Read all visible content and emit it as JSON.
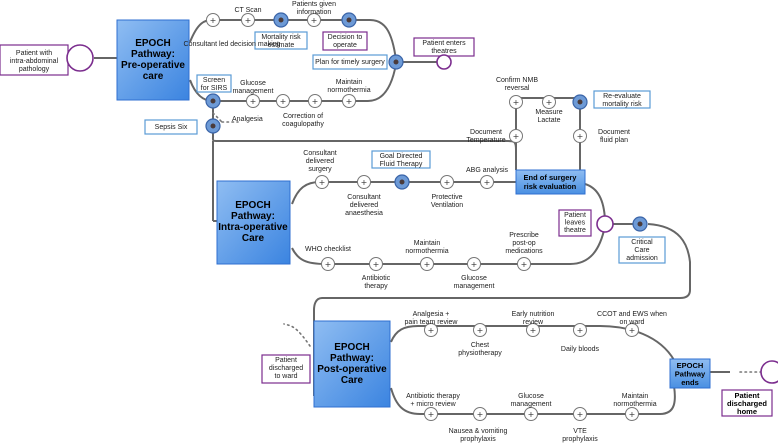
{
  "boxes": {
    "preop": [
      "EPOCH",
      "Pathway:",
      "Pre-operative",
      "care"
    ],
    "intraop": [
      "EPOCH",
      "Pathway:",
      "Intra-operative",
      "Care"
    ],
    "postop": [
      "EPOCH",
      "Pathway:",
      "Post-operative",
      "Care"
    ],
    "end_surgery": [
      "End of surgery",
      "risk evaluation"
    ],
    "pathway_ends": [
      "EPOCH",
      "Pathway",
      "ends"
    ]
  },
  "preop": {
    "patient_with": [
      "Patient with",
      "intra-abdominal",
      "pathology"
    ],
    "consultant_led": "Consultant led decision making",
    "ct_scan": "CT Scan",
    "mortality_risk": [
      "Mortality risk",
      "estimate"
    ],
    "patients_given": [
      "Patients given",
      "information"
    ],
    "decision": [
      "Decision to",
      "operate"
    ],
    "plan_timely": "Plan for timely surgery",
    "patient_enters": [
      "Patient enters",
      "theatres"
    ],
    "screen_sirs": [
      "Screen",
      "for SIRS"
    ],
    "glucose": [
      "Glucose",
      "management"
    ],
    "maintain_normo": [
      "Maintain",
      "normothermia"
    ],
    "correction": [
      "Correction of",
      "coagulopathy"
    ],
    "analgesia": "Analgesia",
    "sepsis_six": "Sepsis Six"
  },
  "intraop": {
    "consultant_surgery": [
      "Consultant",
      "delivered",
      "surgery"
    ],
    "consultant_anaes": [
      "Consultant",
      "delivered",
      "anaesthesia"
    ],
    "goal_directed": [
      "Goal Directed",
      "Fluid Therapy"
    ],
    "protective": [
      "Protective",
      "Ventilation"
    ],
    "abg": "ABG analysis",
    "who_checklist": "WHO checklist",
    "antibiotic": [
      "Antibiotic",
      "therapy"
    ],
    "maintain_normo": [
      "Maintain",
      "normothermia"
    ],
    "glucose": [
      "Glucose",
      "management"
    ],
    "prescribe": [
      "Prescribe",
      "post-op",
      "medications"
    ],
    "confirm_nmb": [
      "Confirm NMB",
      "reversal"
    ],
    "measure_lactate": [
      "Measure",
      "Lactate"
    ],
    "re_evaluate": [
      "Re-evaluate",
      "mortality risk"
    ],
    "doc_temp": [
      "Document",
      "Temperature"
    ],
    "doc_fluid": [
      "Document",
      "fluid plan"
    ],
    "patient_leaves": [
      "Patient",
      "leaves",
      "theatre"
    ],
    "critical_care": [
      "Critical",
      "Care",
      "admission"
    ]
  },
  "postop": {
    "analgesia_pain": [
      "Analgesia +",
      "pain team review"
    ],
    "chest_physio": [
      "Chest",
      "physiotherapy"
    ],
    "early_nutrition": [
      "Early nutrition",
      "review"
    ],
    "daily_bloods": "Daily bloods",
    "ccot": [
      "CCOT and EWS when",
      "on ward"
    ],
    "antibiotic_micro": [
      "Antibiotic therapy",
      "+ micro review"
    ],
    "nausea": [
      "Nausea & vomiting",
      "prophylaxis"
    ],
    "glucose": [
      "Glucose",
      "management"
    ],
    "vte": [
      "VTE",
      "prophylaxis"
    ],
    "maintain_normo": [
      "Maintain",
      "normothermia"
    ],
    "discharged_ward": [
      "Patient",
      "discharged",
      "to ward"
    ],
    "discharged_home": [
      "Patient",
      "discharged",
      "home"
    ]
  },
  "symbols": {
    "plus": "+"
  },
  "colors": {
    "box_fill": "#4a90e2",
    "accent_blue": "#5b9bd5",
    "accent_purple": "#7b2d8e",
    "line": "#666666"
  }
}
